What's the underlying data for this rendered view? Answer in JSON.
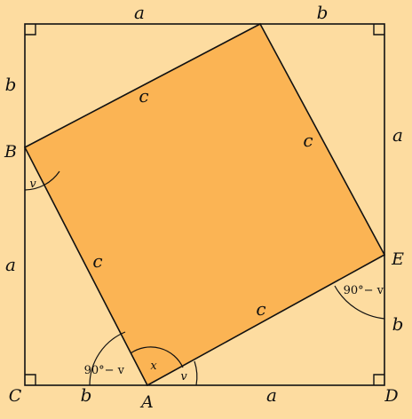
{
  "colors": {
    "background": "#FDDCA0",
    "inner_square": "#FBB454",
    "lines": "#111111"
  },
  "labels": {
    "top_a": "a",
    "top_b": "b",
    "left_b": "b",
    "left_a": "a",
    "right_a": "a",
    "right_b": "b",
    "bottom_b": "b",
    "bottom_a": "a",
    "inner_c_top": "c",
    "inner_c_right": "c",
    "inner_c_left": "c",
    "inner_c_bottom": "c"
  },
  "points": {
    "B": "B",
    "C": "C",
    "A": "A",
    "D": "D",
    "E": "E"
  },
  "angles": {
    "at_B": "v",
    "at_A_left": "90°− v",
    "at_A_inner": "x",
    "at_A_right": "v",
    "at_E": "90°− v"
  }
}
